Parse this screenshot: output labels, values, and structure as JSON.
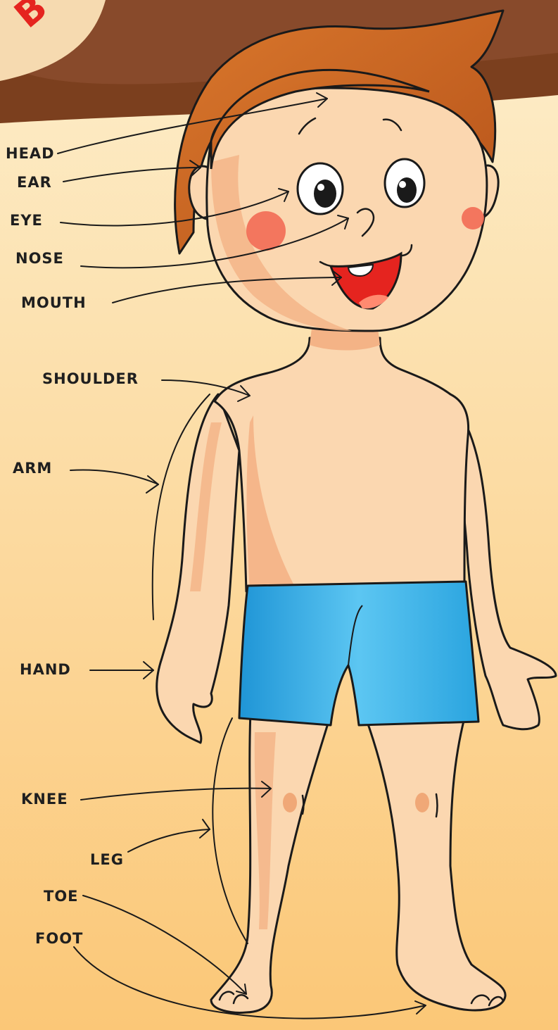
{
  "badge_letter": "B",
  "labels": {
    "head": "HEAD",
    "ear": "EAR",
    "eye": "EYE",
    "nose": "NOSE",
    "mouth": "MOUTH",
    "shoulder": "SHOULDER",
    "arm": "ARM",
    "hand": "HAND",
    "knee": "KNEE",
    "leg": "LEG",
    "toe": "TOE",
    "foot": "FOOT"
  },
  "colors": {
    "background_top": "#fdeecb",
    "background_bottom": "#fbc777",
    "banner_brown": "#7b3f1e",
    "hair": "#c8611f",
    "skin": "#fbd7b0",
    "skin_shade": "#f4b386",
    "shorts": "#45b6ea",
    "cheek": "#f26b55",
    "badge_red": "#e5241f"
  }
}
